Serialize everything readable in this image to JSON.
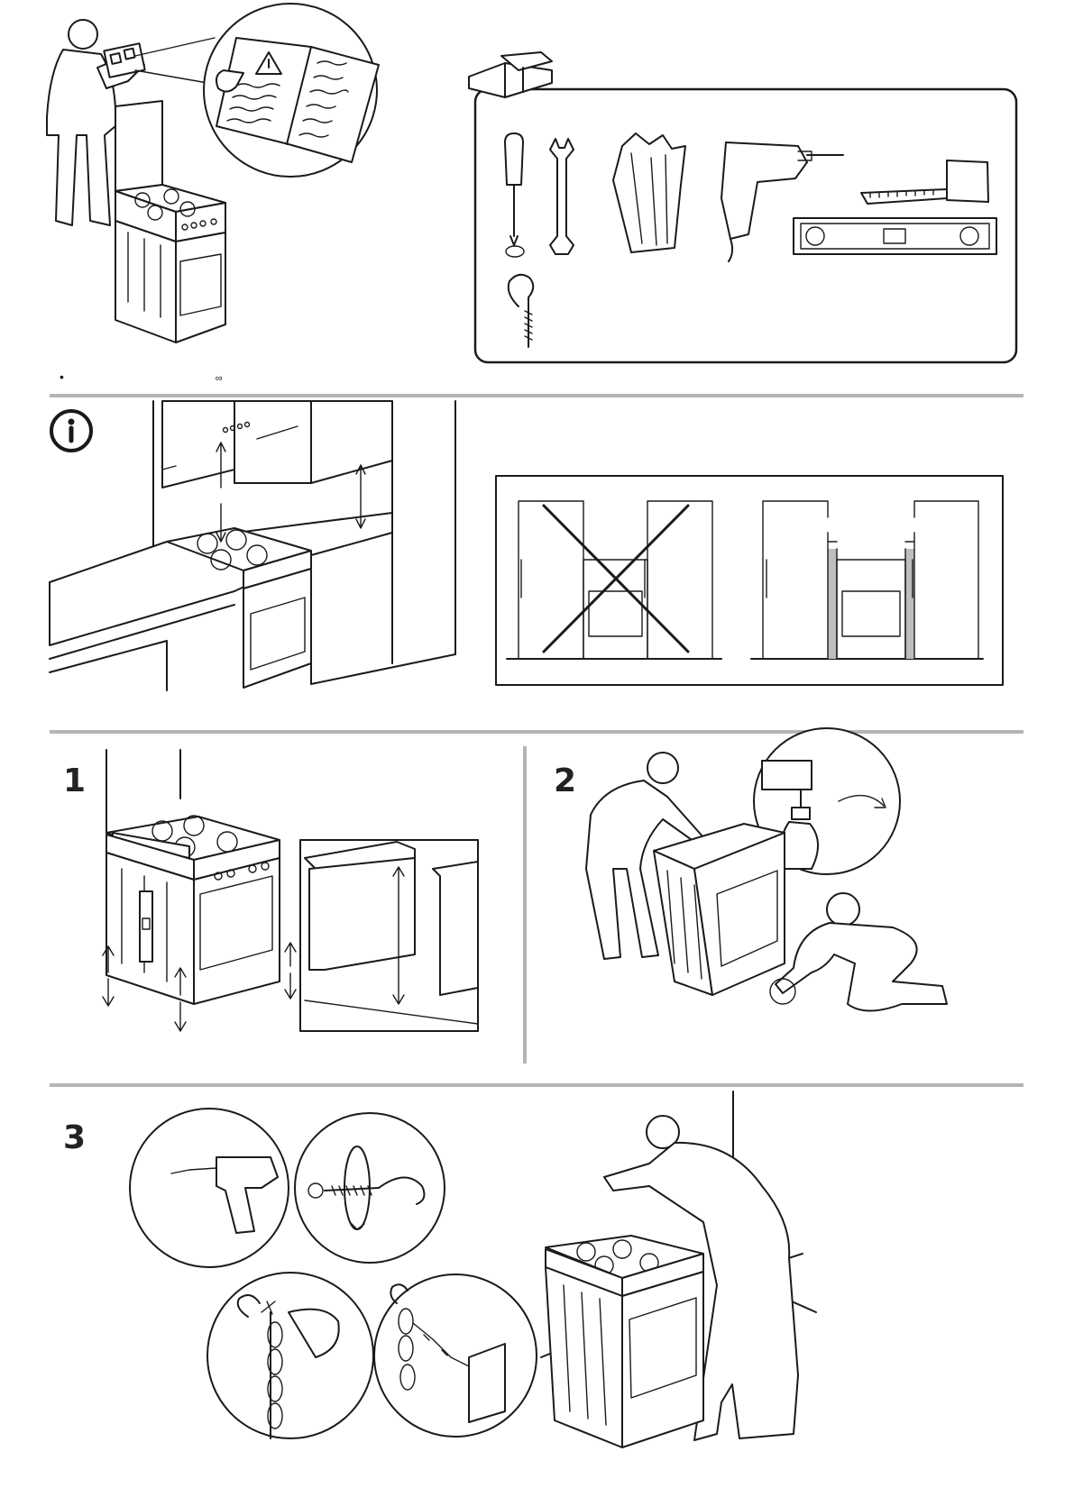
{
  "page": {
    "bullet_mark": "•",
    "bullet_suffix": "∞"
  },
  "steps": [
    {
      "number": "1"
    },
    {
      "number": "2"
    },
    {
      "number": "3"
    }
  ],
  "icons": {
    "info": "info-icon",
    "warning": "warning-triangle-icon",
    "toolbox": "toolbox-icon",
    "screwdriver": "screwdriver-icon",
    "wrench": "wrench-icon",
    "gloves": "gloves-icon",
    "drill": "drill-icon",
    "tape_measure": "tape-measure-icon",
    "spirit_level": "spirit-level-icon",
    "hook": "hook-icon"
  },
  "colors": {
    "divider": "#b4b4b4",
    "ink": "#1a1a1a",
    "clearance_fill": "#bdbdbd"
  }
}
